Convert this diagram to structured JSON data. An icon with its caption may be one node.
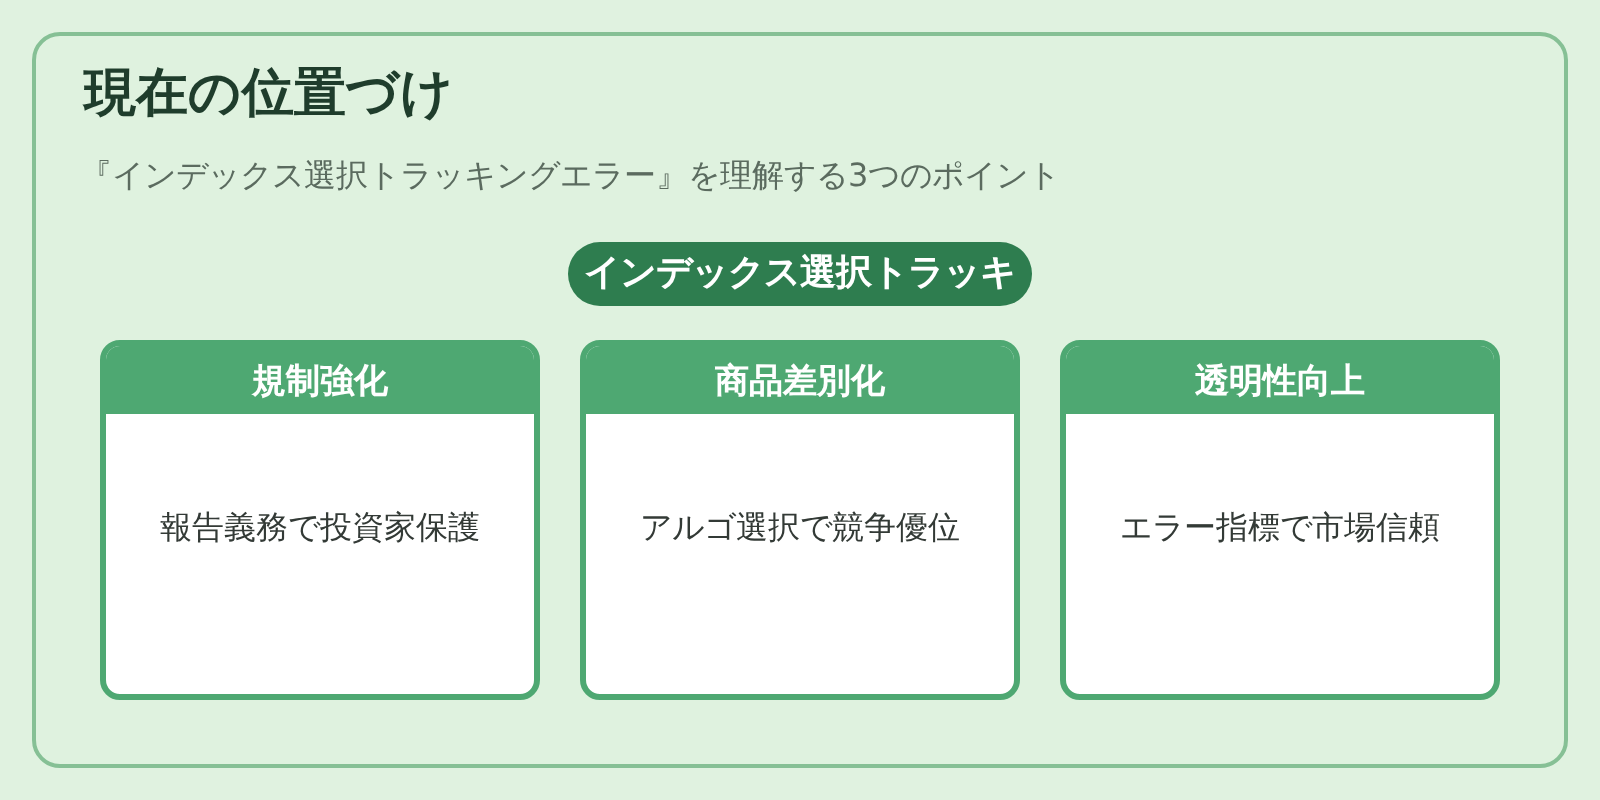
{
  "diagram": {
    "title": "現在の位置づけ",
    "nodes": [
      {
        "text": [
          "インデックス選択トラッキ"
        ]
      },
      {
        "text": [
          "規制強化",
          "報告義務で投資家保護"
        ]
      },
      {
        "text": [
          "商品差別化",
          "アルゴ選択で競争優位"
        ]
      },
      {
        "text": [
          "透明性向上",
          "エラー指標で市場信頼"
        ]
      }
    ],
    "labels": [
      "『インデックス選択トラッキングエラー』を理解する3つのポイント"
    ]
  }
}
